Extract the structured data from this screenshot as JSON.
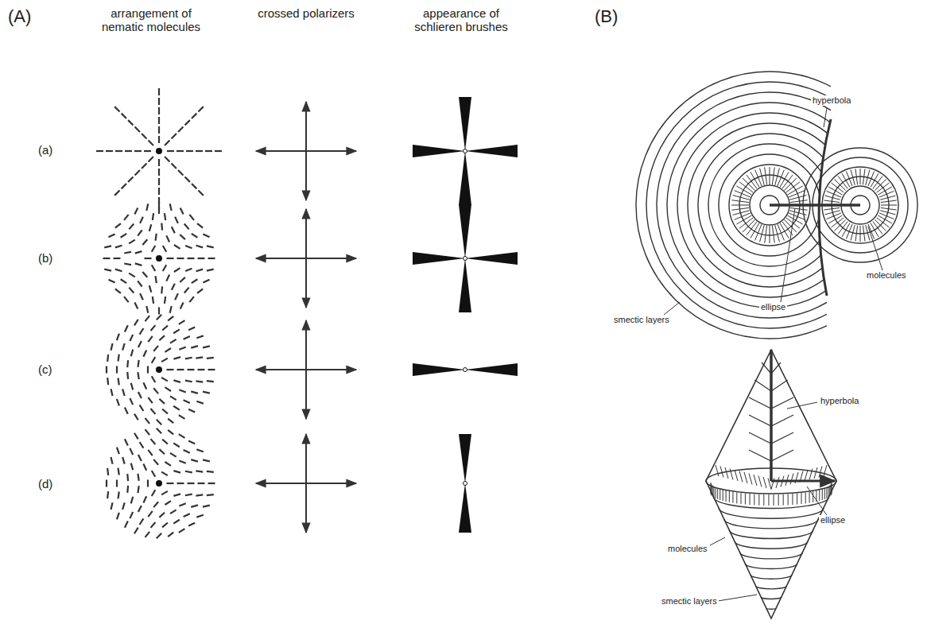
{
  "diagram": {
    "labels": [
      "(A)",
      "(B)",
      "arrangement of nematic molecules",
      "crossed polarizers",
      "appearance of schlieren brushes",
      "(a)",
      "(b)",
      "(c)",
      "(d)",
      "hyperbola",
      "smectic layers",
      "ellipse",
      "molecules",
      "hyperbola",
      "ellipse",
      "molecules",
      "smectic layers"
    ]
  }
}
